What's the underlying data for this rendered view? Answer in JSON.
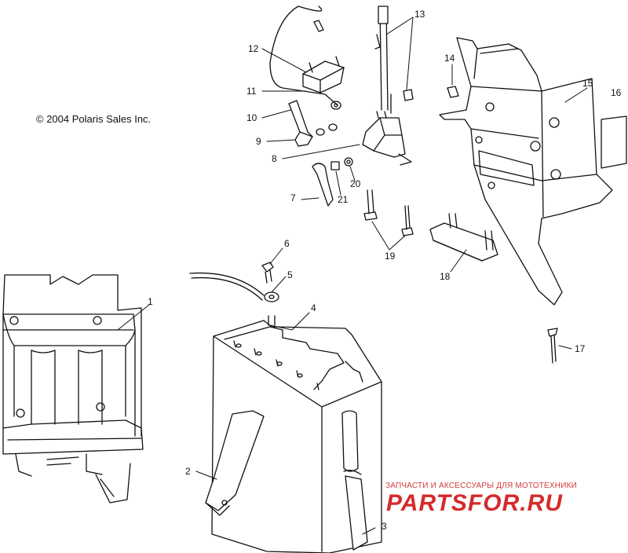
{
  "copyright": "© 2004 Polaris Sales Inc.",
  "watermark": {
    "tagline": "ЗАПЧАСТИ И АКСЕССУАРЫ ДЛЯ МОТОТЕХНИКИ",
    "logo": "PARTSFOR.RU"
  },
  "callouts": {
    "c1": "1",
    "c2": "2",
    "c3": "3",
    "c4": "4",
    "c5": "5",
    "c6": "6",
    "c7": "7",
    "c8": "8",
    "c9": "9",
    "c10": "10",
    "c11": "11",
    "c12": "12",
    "c13": "13",
    "c14": "14",
    "c15": "15",
    "c16": "16",
    "c17": "17",
    "c18": "18",
    "c19": "19",
    "c20": "20",
    "c21": "21"
  },
  "colors": {
    "line": "#111111",
    "background": "#ffffff",
    "watermark": "#d42b2b"
  }
}
